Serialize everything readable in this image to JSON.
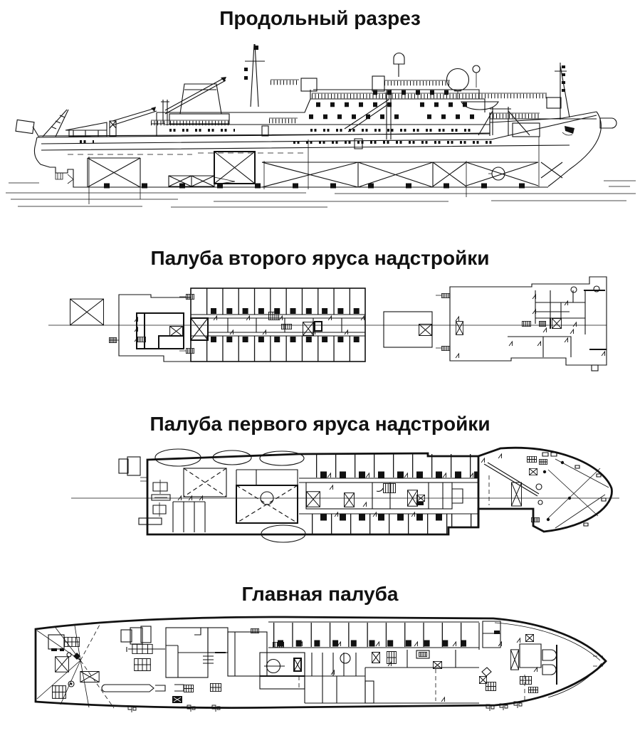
{
  "page": {
    "paper_color": "#ffffff",
    "ink_color": "#111111"
  },
  "figures": [
    {
      "id": "longitudinal-section",
      "title": "Продольный разрез"
    },
    {
      "id": "second-tier-superstructure-deck",
      "title": "Палуба второго яруса надстройки"
    },
    {
      "id": "first-tier-superstructure-deck",
      "title": "Палуба первого яруса надстройки"
    },
    {
      "id": "main-deck",
      "title": "Главная палуба"
    }
  ]
}
